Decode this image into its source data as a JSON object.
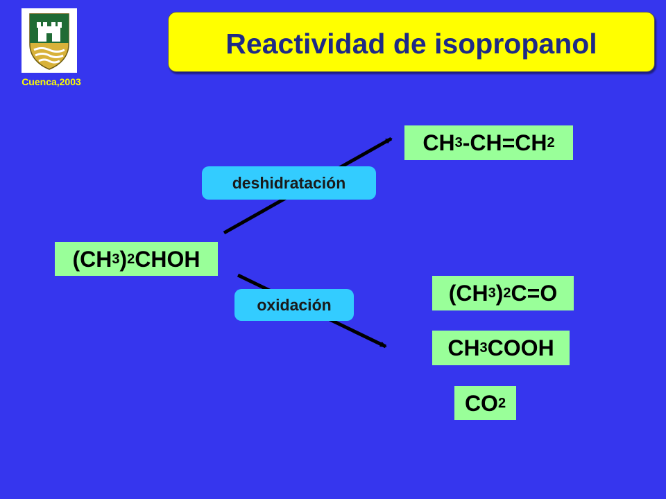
{
  "logo": {
    "caption": "Cuenca,2003"
  },
  "title": "Reactividad de isopropanol",
  "reactant": {
    "part1": "(CH",
    "sub1": "3",
    "part2": ")",
    "sub2": "2",
    "part3": "CHOH"
  },
  "reactions": {
    "dehydration": {
      "label": "deshidratación",
      "product": {
        "part1": "CH",
        "sub1": "3",
        "part2": "-CH=CH",
        "sub2": "2"
      }
    },
    "oxidation": {
      "label": "oxidación",
      "products": [
        {
          "part1": "(CH",
          "sub1": "3",
          "part2": ")",
          "sub2": "2",
          "part3": "C=O"
        },
        {
          "part1": "CH",
          "sub1": "3",
          "part2": "COOH"
        },
        {
          "part1": "CO",
          "sub1": "2"
        }
      ]
    }
  },
  "colors": {
    "background": "#3636ee",
    "title_box": "#ffff00",
    "title_text": "#1e2a86",
    "caption": "#ffff00",
    "formula_box": "#99ff99",
    "label_pill": "#33ccff",
    "arrow": "#000000"
  }
}
